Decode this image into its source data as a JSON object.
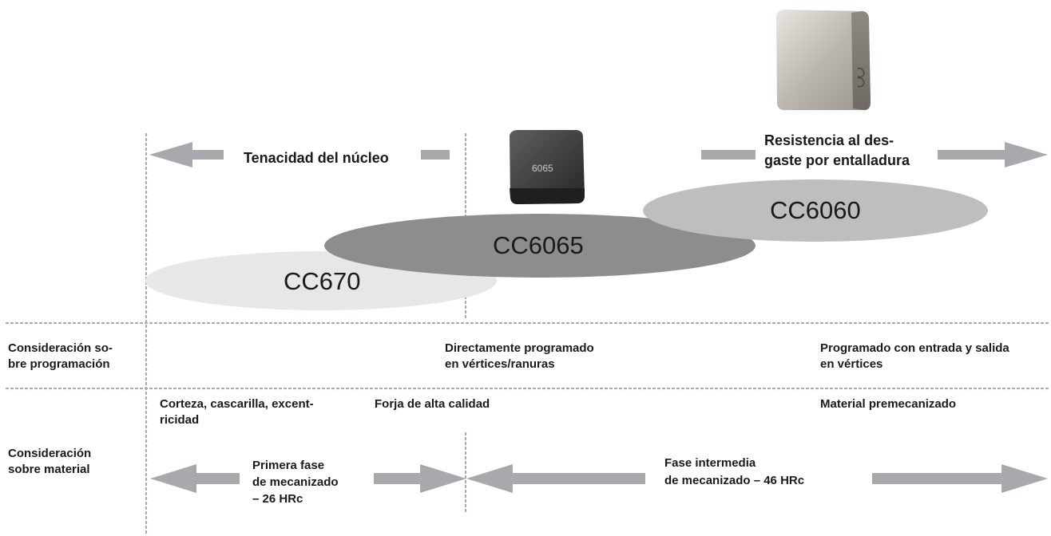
{
  "top": {
    "core_toughness": "Tenacidad del núcleo",
    "notch_wear_line1": "Resistencia al des-",
    "notch_wear_line2": "gaste por entalladura"
  },
  "grades": {
    "cc670": "CC670",
    "cc6065": "CC6065",
    "cc6060": "CC6060"
  },
  "insert": {
    "engraving": "6065"
  },
  "rows": {
    "programming": {
      "label_line1": "Consideración so-",
      "label_line2": "bre programación",
      "direct_line1": "Directamente programado",
      "direct_line2": "en vértices/ranuras",
      "entry_line1": "Programado con entrada y salida",
      "entry_line2": "en vértices"
    },
    "material": {
      "label_line1": "Consideración",
      "label_line2": "sobre material",
      "bark_line1": "Corteza, cascarilla, excent-",
      "bark_line2": "ricidad",
      "forge": "Forja de alta calidad",
      "premachined": "Material premecanizado",
      "first_line1": "Primera fase",
      "first_line2": "de mecanizado",
      "first_line3": "– 26 HRc",
      "mid_line1": "Fase intermedia",
      "mid_line2": "de mecanizado – 46 HRc"
    }
  },
  "colors": {
    "arrow": "#a7a9ac",
    "cc670": "#e6e7e8",
    "cc6065": "#8c8d8f",
    "cc6060": "#bcbec0",
    "dotted": "#a7a9ac"
  }
}
